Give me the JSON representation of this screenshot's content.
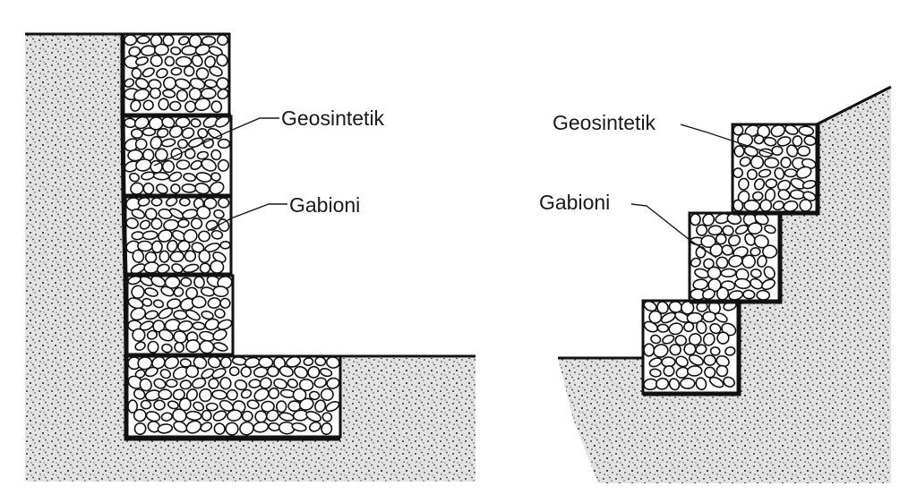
{
  "left_figure": {
    "geosynthetic_label": "Geosintetik",
    "gabion_label": "Gabioni"
  },
  "right_figure": {
    "geosynthetic_label": "Geosintetik",
    "gabion_label": "Gabioni"
  },
  "colors": {
    "ink": "#111111",
    "background": "#ffffff",
    "soil_fill": "#d4d4d4"
  }
}
